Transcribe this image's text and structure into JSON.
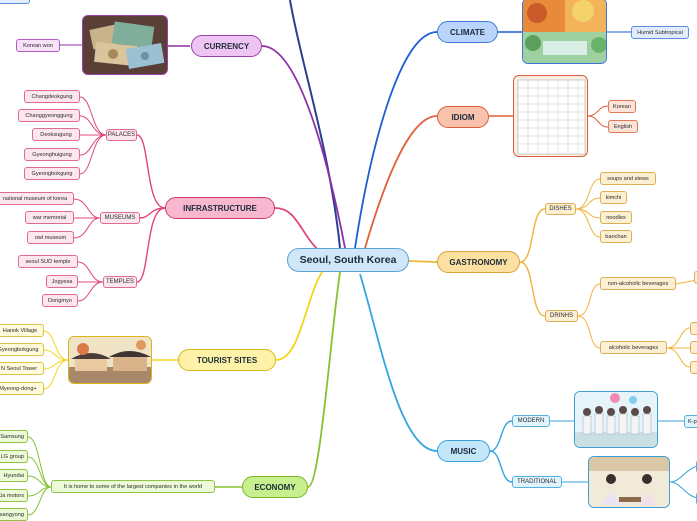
{
  "center": "Seoul, South Korea",
  "branches": {
    "currency": {
      "label": "CURRENCY",
      "items": [
        "Korean won"
      ]
    },
    "infrastructure": {
      "label": "INFRASTRUCTURE",
      "palaces": {
        "label": "PALACES",
        "items": [
          "Changdeokgung",
          "Changgyeonggung",
          "Deoksugung",
          "Gyeonghuigung",
          "Gyeongbokgung"
        ]
      },
      "museums": {
        "label": "MUSEUMS",
        "items": [
          "national museum of korea",
          "war memorial",
          "owl museum"
        ]
      },
      "temples": {
        "label": "TEMPLES",
        "items": [
          "seoul SUD temple",
          "Jogyesa",
          "Dongmyo"
        ]
      }
    },
    "tourist_sites": {
      "label": "TOURIST SITES",
      "items": [
        "Hanok Village",
        "Gyeongbokgung",
        "N Seoul Tower",
        "Myeong-dong+"
      ]
    },
    "economy": {
      "label": "ECONOMY",
      "description": "It is home to some of the largest companies in the world",
      "items": [
        "Samsung",
        "LG group",
        "Hyundai",
        "Kia motors",
        "Ssangyong"
      ]
    },
    "climate": {
      "label": "CLIMATE",
      "items": [
        "Humid Subtropical"
      ]
    },
    "idiom": {
      "label": "IDIOM",
      "items": [
        "Korean",
        "English"
      ]
    },
    "gastronomy": {
      "label": "GASTRONOMY",
      "dishes": {
        "label": "DISHES",
        "items": [
          "soups and stews",
          "kimchi",
          "noodles",
          "banchan"
        ]
      },
      "drinks": {
        "label": "DRINHS",
        "non_alcoholic": "non-alcoholic beverages",
        "alcoholic": "alcoholic beverages"
      }
    },
    "music": {
      "label": "MUSIC",
      "modern": "MODERN",
      "modern_item": "K-pop",
      "traditional": "TRADITIONAL"
    }
  },
  "colors": {
    "currency": "#8e2fa6",
    "infrastructure": "#e0457f",
    "tourist_sites": "#f2d51c",
    "economy": "#86c232",
    "climate": "#1d5fd1",
    "idiom": "#e0603a",
    "gastronomy": "#f0b43c",
    "music": "#33a5e0",
    "top": "#2a3f8f"
  }
}
